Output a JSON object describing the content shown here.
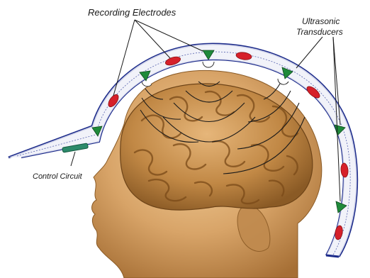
{
  "labels": {
    "recording_electrodes": "Recording Electrodes",
    "ultrasonic_line1": "Ultrasonic",
    "ultrasonic_line2": "Transducers",
    "control_circuit": "Control Circuit"
  },
  "colors": {
    "helmet_outline": "#1b2a8a",
    "electrode": "#d6202a",
    "transducer": "#1f8a3a",
    "skin": "#d8a468",
    "brain": "#b8803c",
    "circuit": "#2c8a6a"
  }
}
